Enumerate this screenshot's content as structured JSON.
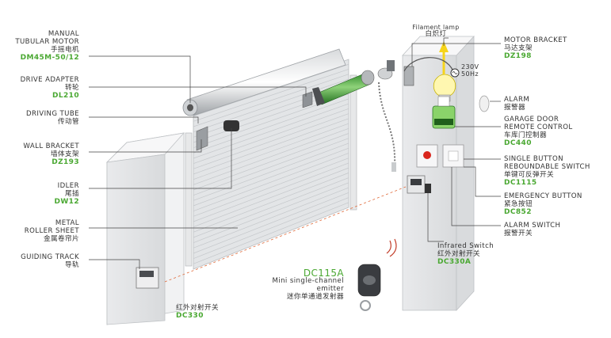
{
  "colors": {
    "green": "#4aa832",
    "text": "#333333",
    "leader": "#444444",
    "dashed": "#e06a3a"
  },
  "left_labels": [
    {
      "id": "manual-tubular-motor",
      "en1": "MANUAL",
      "en2": "TUBULAR MOTOR",
      "cn": "手摇电机",
      "code": "DM45M-50/12"
    },
    {
      "id": "drive-adapter",
      "en1": "DRIVE ADAPTER",
      "cn": "转轮",
      "code": "DL210"
    },
    {
      "id": "driving-tube",
      "en1": "DRIVING TUBE",
      "cn": "传动管"
    },
    {
      "id": "wall-bracket",
      "en1": "WALL BRACKET",
      "cn": "墙体支架",
      "code": "DZ193"
    },
    {
      "id": "idler",
      "en1": "IDLER",
      "cn": "尾插",
      "code": "DW12"
    },
    {
      "id": "metal-roller-sheet",
      "en1": "METAL",
      "en2": "ROLLER SHEET",
      "cn": "金属卷帘片"
    },
    {
      "id": "guiding-track",
      "en1": "GUIDING TRACK",
      "cn": "导轨"
    }
  ],
  "right_labels": [
    {
      "id": "motor-bracket",
      "en1": "MOTOR BRACKET",
      "cn": "马达支架",
      "code": "DZ198"
    },
    {
      "id": "alarm",
      "en1": "ALARM",
      "cn": "报警器"
    },
    {
      "id": "garage-door-remote-control",
      "en1": "GARAGE DOOR",
      "en2": "REMOTE CONTROL",
      "cn": "车库门控制器",
      "code": "DC440"
    },
    {
      "id": "single-button-switch",
      "en1": "SINGLE BUTTON",
      "en2": "REBOUNDABLE SWITCH",
      "cn": "单键可反弹开关",
      "code": "DC1115"
    },
    {
      "id": "emergency-button",
      "en1": "EMERGENCY BUTTON",
      "cn": "紧急按钮",
      "code": "DC852"
    },
    {
      "id": "alarm-switch",
      "en1": "ALARM SWITCH",
      "cn": "报警开关"
    }
  ],
  "filament_lamp": {
    "en": "Filament lamp",
    "cn": "白炽灯"
  },
  "power": {
    "voltage": "230V",
    "freq": "50Hz"
  },
  "infrared_right": {
    "en": "Infrared Switch",
    "cn": "红外对射开关",
    "code": "DC330A"
  },
  "infrared_left": {
    "cn": "红外对射开关",
    "code": "DC330"
  },
  "emitter": {
    "code": "DC115A",
    "en1": "Mini single-channel",
    "en2": "emitter",
    "cn": "迷你单通道发射器"
  }
}
